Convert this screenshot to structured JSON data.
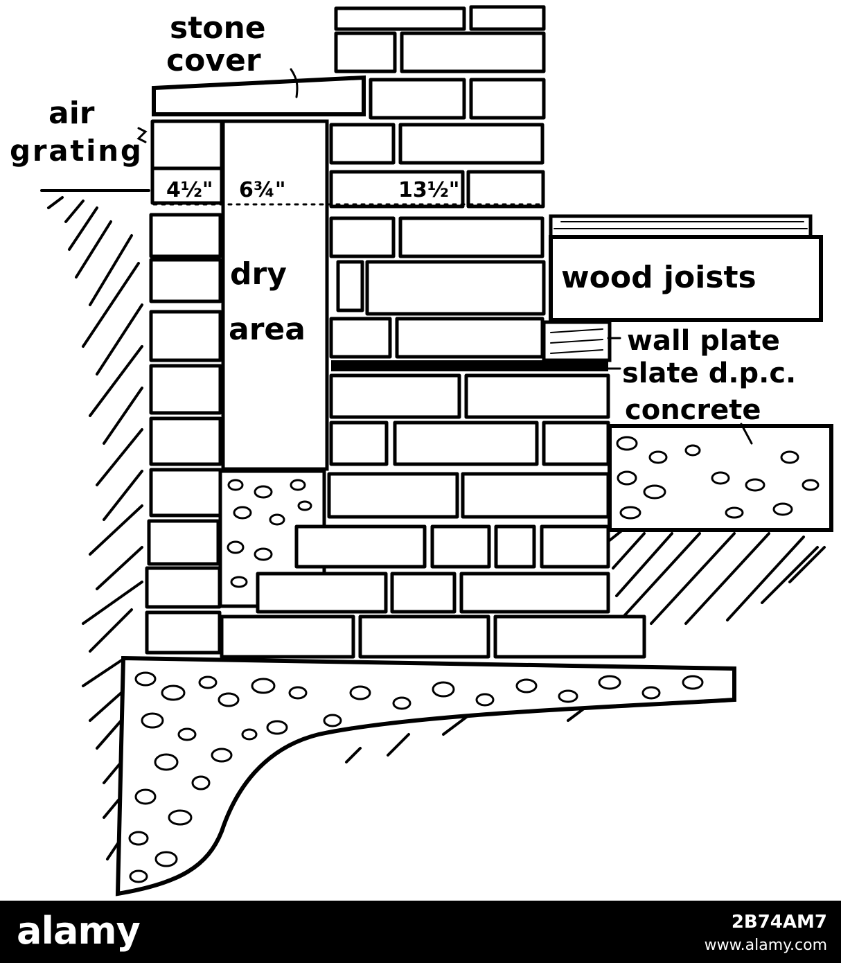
{
  "labels": {
    "stone_cover_1": "stone",
    "stone_cover_2": "cover",
    "air_grating_1": "air",
    "air_grating_2": "grating",
    "dim_a": "4½\"",
    "dim_b": "6¾\"",
    "dim_c": "13½\"",
    "dry": "dry",
    "area": "area",
    "wood_joists": "wood joists",
    "wall_plate": "wall plate",
    "slate_dpc": "slate d.p.c.",
    "concrete": "concrete"
  },
  "footer": {
    "logo": "alamy",
    "image_id": "2B74AM7",
    "site": "www.alamy.com"
  }
}
